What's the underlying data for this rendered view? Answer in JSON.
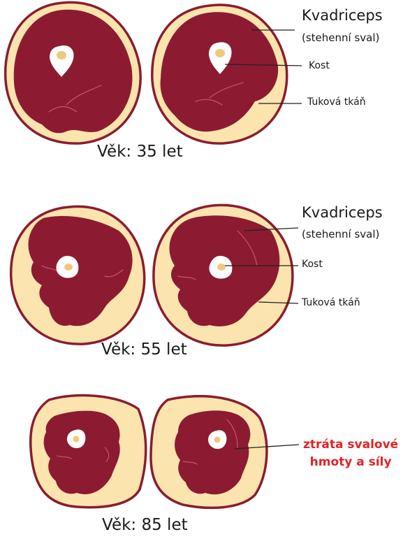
{
  "colors": {
    "rim": "#8b1d2f",
    "fat": "#fbe4ae",
    "muscle": "#8c1b31",
    "muscle_seam": "#c7566a",
    "bone": "#ffffff",
    "marrow": "#f0c87c",
    "leader": "#222222",
    "loss_text": "#e32227"
  },
  "rows": [
    {
      "age": "Věk: 35 let",
      "labels": {
        "muscle": "Kvadriceps",
        "muscle_sub": "(stehenní sval)",
        "bone": "Kost",
        "fat": "Tuková tkáň"
      }
    },
    {
      "age": "Věk: 55 let",
      "labels": {
        "muscle": "Kvadriceps",
        "muscle_sub": "(stehenní sval)",
        "bone": "Kost",
        "fat": "Tuková tkáň"
      }
    },
    {
      "age": "Věk: 85 let",
      "labels": {
        "loss_line1": "ztráta svalové",
        "loss_line2": "hmoty a síly"
      }
    }
  ]
}
